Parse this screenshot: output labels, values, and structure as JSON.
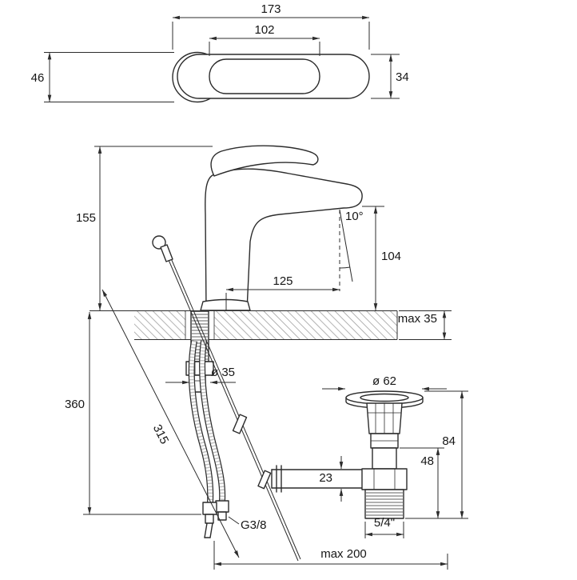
{
  "drawing": {
    "type": "technical-dimension-drawing",
    "colors": {
      "line": "#2c2c2c",
      "hatch": "#9a9a9a",
      "background": "#ffffff"
    },
    "labels": {
      "total_width": "173",
      "handle_width": "102",
      "body_diameter": "46",
      "handle_height": "34",
      "faucet_height": "155",
      "spout_angle": "10°",
      "spout_height": "104",
      "spout_reach": "125",
      "deck_thickness_max": "max 35",
      "mounting_hole_diameter": "ø 35",
      "hose_length": "360",
      "pull_rod_length": "315",
      "pull_rod_reach_max": "max 200",
      "waste_flange_diameter": "ø 62",
      "waste_height": "84",
      "waste_lower_height": "48",
      "waste_pipe_height": "23",
      "waste_thread": "5/4\"",
      "hose_thread": "G3/8"
    }
  }
}
